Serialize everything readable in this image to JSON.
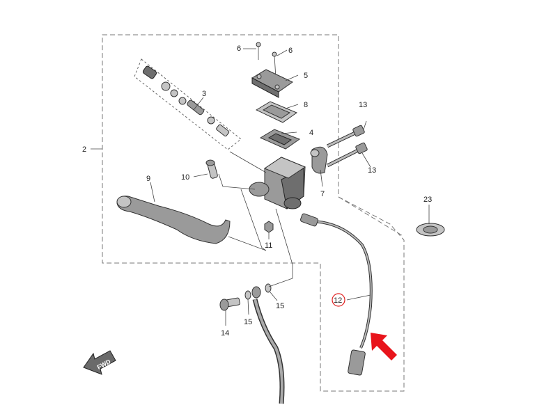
{
  "callouts": [
    {
      "id": "c2",
      "label": "2"
    },
    {
      "id": "c3",
      "label": "3"
    },
    {
      "id": "c4",
      "label": "4"
    },
    {
      "id": "c5",
      "label": "5"
    },
    {
      "id": "c6a",
      "label": "6"
    },
    {
      "id": "c6b",
      "label": "6"
    },
    {
      "id": "c7",
      "label": "7"
    },
    {
      "id": "c8",
      "label": "8"
    },
    {
      "id": "c9",
      "label": "9"
    },
    {
      "id": "c10",
      "label": "10"
    },
    {
      "id": "c11",
      "label": "11"
    },
    {
      "id": "c12",
      "label": "12",
      "highlighted": true
    },
    {
      "id": "c13a",
      "label": "13"
    },
    {
      "id": "c13b",
      "label": "13"
    },
    {
      "id": "c14",
      "label": "14"
    },
    {
      "id": "c15a",
      "label": "15"
    },
    {
      "id": "c15b",
      "label": "15"
    },
    {
      "id": "c23",
      "label": "23"
    }
  ],
  "direction_badge": {
    "label": "FWD",
    "icon": "fwd-arrow-icon"
  },
  "colors": {
    "highlight": "#e02020",
    "arrow": "#e8141b",
    "line": "#444444"
  }
}
